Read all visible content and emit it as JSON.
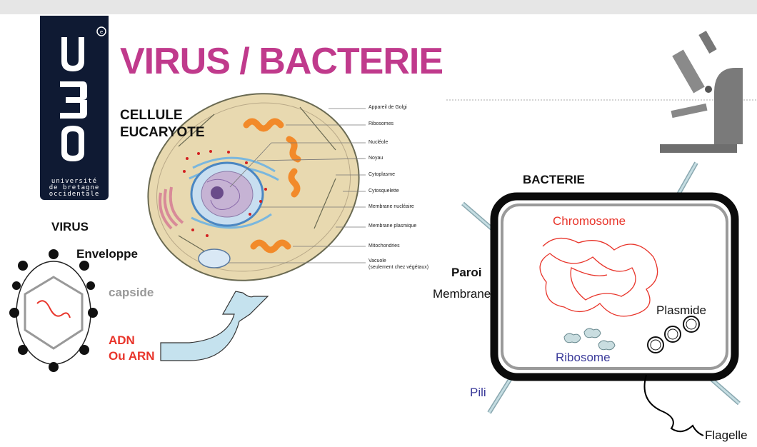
{
  "title": "VIRUS / BACTERIE",
  "logo": {
    "lines": [
      "université",
      "de bretagne",
      "occidentale"
    ]
  },
  "cell": {
    "heading_line1": "CELLULE",
    "heading_line2": "EUCARYOTE",
    "labels": [
      "Appareil de Golgi",
      "Ribosomes",
      "Nucléole",
      "Noyau",
      "Cytoplasme",
      "Cytosquelette",
      "Membrane nucléaire",
      "Membrane plasmique",
      "Mitochondries",
      "Vacuole",
      "(seulement chez végétaux)"
    ]
  },
  "virus": {
    "heading": "VIRUS",
    "envelope": "Enveloppe",
    "capsid": "capside",
    "genome_line1": "ADN",
    "genome_line2": "Ou ARN"
  },
  "bacteria": {
    "heading": "BACTERIE",
    "chromosome": "Chromosome",
    "wall": "Paroi",
    "membrane": "Membrane",
    "plasmid": "Plasmide",
    "ribosome": "Ribosome",
    "pili": "Pili",
    "flagellum": "Flagelle"
  },
  "colors": {
    "title": "#c03a8c",
    "logo_bg": "#0f1a33",
    "genome": "#e8342a",
    "chromosome": "#e8342a",
    "ribosome": "#3b3b9a",
    "capsid_label": "#999999",
    "arrow": "#c5e2ee"
  }
}
